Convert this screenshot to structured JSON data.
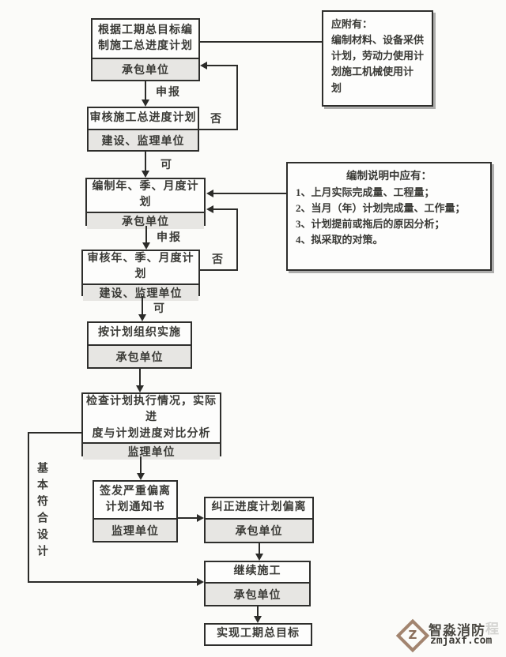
{
  "flow": {
    "box1": {
      "title_line1": "根据工期总目标编",
      "title_line2": "制施工总进度计划",
      "actor": "承包单位"
    },
    "box2": {
      "title": "审核施工总进度计划",
      "actor": "建设、监理单位"
    },
    "box3": {
      "title": "编制年、季、月度计划",
      "actor": "承包单位"
    },
    "box4": {
      "title": "审核年、季、月度计划",
      "actor": "建设、监理单位"
    },
    "box5": {
      "title": "按计划组织实施",
      "actor": "承包单位"
    },
    "box6": {
      "title_line1": "检查计划执行情况，实际进",
      "title_line2": "度与计划进度对比分析",
      "actor": "监理单位"
    },
    "box7": {
      "title_line1": "签发严重偏离",
      "title_line2": "计划通知书",
      "actor": "监理单位"
    },
    "box8": {
      "title": "纠正进度计划偏离",
      "actor": "承包单位"
    },
    "box9": {
      "title": "继续施工",
      "actor": "承包单位"
    },
    "box10": {
      "title": "实现工期总目标"
    },
    "labels": {
      "shenbao1": "申报",
      "no1": "否",
      "ok1": "可",
      "shenbao2": "申报",
      "no2": "否",
      "ok2": "可",
      "basically_conform": "基本符合设计"
    }
  },
  "notes": {
    "attach": {
      "lines": [
        "应附有：",
        "编制材料、设备采供",
        "计划，劳动力使用计",
        "划施工机械使用计",
        "划"
      ]
    },
    "explain": {
      "title": "编制说明中应有：",
      "items": [
        "1、上月实际完成量、工程量；",
        "2、当月（年）计划完成量、工作量；",
        "3、计划提前或拖后的原因分析；",
        "4、拟采取的对策。"
      ]
    }
  },
  "watermark": {
    "logo_letter": "Z",
    "brand": "智淼消防",
    "brand_faint": "程",
    "site": "zmjaxf.com",
    "logo_color": "#a2846f"
  },
  "colors": {
    "background": "#fbfbf9",
    "box_border": "#2e2e2c",
    "actor_fill": "#e7e6e3",
    "line": "#2b2b29"
  }
}
